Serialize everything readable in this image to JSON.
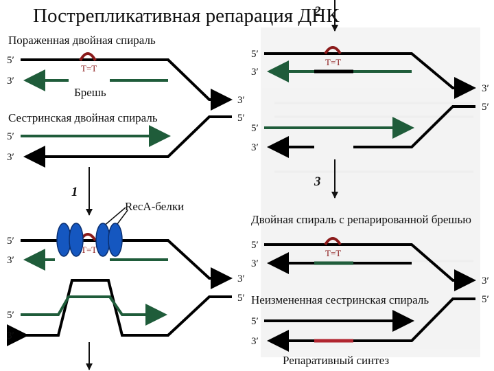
{
  "title": "Пострепликативная репарация ДНК",
  "labels": {
    "damaged_helix": "Пораженная двойная спираль",
    "sister_helix": "Сестринская двойная спираль",
    "gap": "Брешь",
    "reca": "RecA-белки",
    "repaired_helix": "Двойная спираль с репарированной брешью",
    "unchanged_sister": "Неизмененная сестринская спираль",
    "repair_synthesis": "Репаративный синтез"
  },
  "lesion_label": "T=T",
  "steps": [
    "1",
    "2",
    "3"
  ],
  "end_labels": {
    "five_prime": "5′",
    "three_prime": "3′"
  },
  "colors": {
    "strand_black": "#000000",
    "strand_green": "#1f5c3a",
    "lesion_red": "#8b1a1a",
    "reca_blue": "#1557c0",
    "repair_red": "#b0252f"
  }
}
